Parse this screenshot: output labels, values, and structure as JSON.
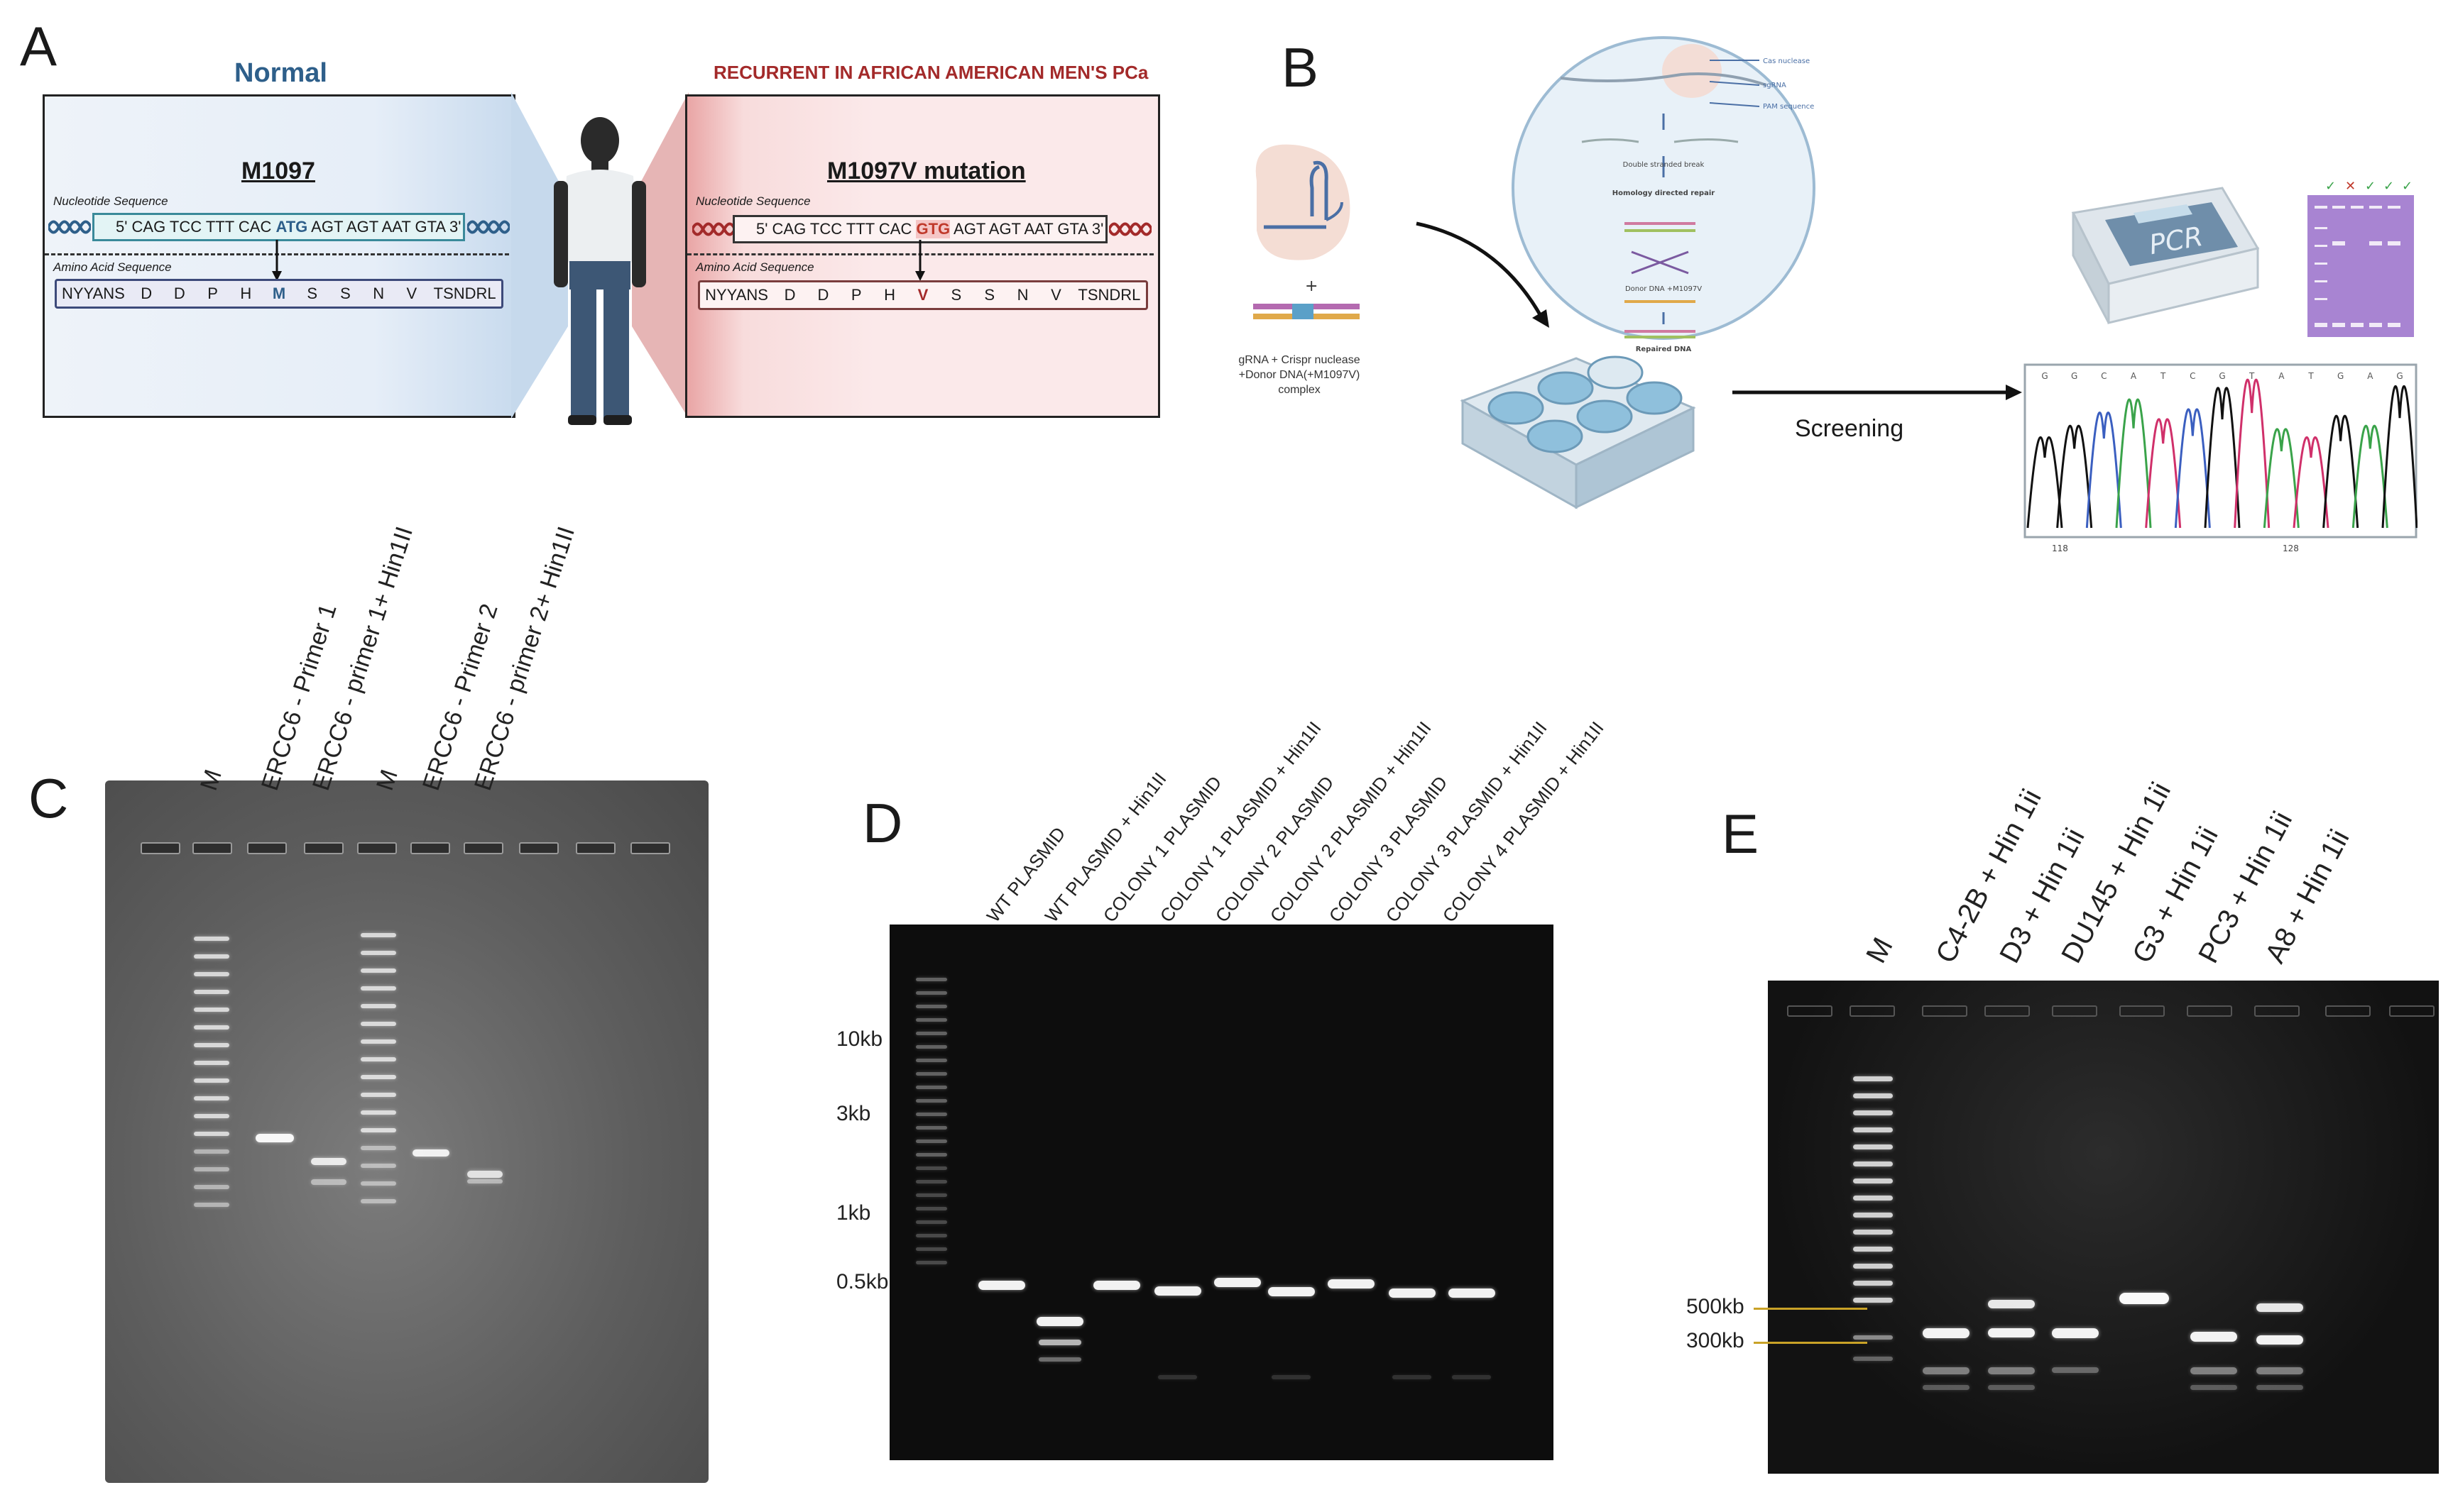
{
  "panels": {
    "a": {
      "letter": "A",
      "normal": {
        "header": "Normal",
        "title": "M1097",
        "nucleotide_label": "Nucleotide Sequence",
        "sequence_before": "5' CAG TCC TTT CAC ",
        "sequence_codon": "ATG",
        "sequence_after": " AGT AGT AAT GTA 3'",
        "aa_label": "Amino Acid Sequence",
        "amino_acids": [
          "NYYANS",
          "D",
          "D",
          "P",
          "H",
          "M",
          "S",
          "S",
          "N",
          "V",
          "TSNDRL"
        ],
        "highlight_index": 5
      },
      "mutant": {
        "header": "RECURRENT IN AFRICAN AMERICAN MEN'S PCa",
        "title": "M1097V mutation",
        "nucleotide_label": "Nucleotide Sequence",
        "sequence_before": "5' CAG TCC TTT CAC ",
        "sequence_codon": "GTG",
        "sequence_after": " AGT AGT AAT GTA 3'",
        "aa_label": "Amino Acid Sequence",
        "amino_acids": [
          "NYYANS",
          "D",
          "D",
          "P",
          "H",
          "V",
          "S",
          "S",
          "N",
          "V",
          "TSNDRL"
        ],
        "highlight_index": 5
      }
    },
    "b": {
      "letter": "B",
      "complex_caption": "gRNA + Crispr nuclease +Donor DNA(+M1097V) complex",
      "screening_label": "Screening",
      "pcr_label": "PCR",
      "circle_steps": [
        "Double stranded break",
        "Homology directed repair",
        "Donor DNA +M1097V",
        "Repaired DNA"
      ],
      "chromatogram_bases": [
        "G",
        "G",
        "C",
        "A",
        "T",
        "C",
        "G",
        "T",
        "A",
        "T",
        "G",
        "A",
        "G"
      ],
      "chromatogram_ticks": [
        "118",
        "128"
      ],
      "gel_marks": [
        "check",
        "cross",
        "check",
        "check",
        "check"
      ]
    },
    "c": {
      "letter": "C",
      "lanes": [
        "M",
        "ERCC6 - Primer 1",
        "ERCC6 - primer 1+ Hin1II",
        "M",
        "ERCC6 - Primer 2",
        "ERCC6 - primer 2+ Hin1II"
      ]
    },
    "d": {
      "letter": "D",
      "lanes": [
        "WT PLASMID",
        "WT PLASMID + Hin1II",
        "COLONY 1 PLASMID",
        "COLONY 1 PLASMID + Hin1II",
        "COLONY 2 PLASMID",
        "COLONY 2 PLASMID + Hin1II",
        "COLONY 3 PLASMID",
        "COLONY 3 PLASMID + Hin1II",
        "COLONY 4 PLASMID + Hin1II"
      ],
      "size_markers": [
        "10kb",
        "3kb",
        "1kb",
        "0.5kb"
      ]
    },
    "e": {
      "letter": "E",
      "lanes": [
        "M",
        "C4-2B + Hin 1ii",
        "D3 + Hin 1ii",
        "DU145 + Hin 1ii",
        "G3 + Hin 1ii",
        "PC3 + Hin 1ii",
        "A8 + Hin 1ii"
      ],
      "size_markers": [
        "500kb",
        "300kb"
      ]
    }
  },
  "colors": {
    "normal_blue": "#2e5f8a",
    "mutant_red": "#a32a2a",
    "normal_bg": "#e8eff7",
    "mutant_bg": "#fbe9ea",
    "seq_normal_fill": "#e3f4f5",
    "marker_line": "#c9a227"
  }
}
